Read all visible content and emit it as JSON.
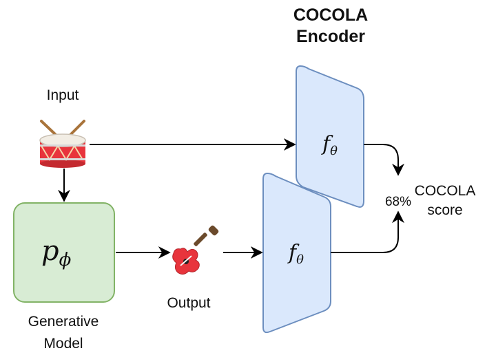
{
  "encoder_title": {
    "line1": "COCOLA",
    "line2": "Encoder"
  },
  "input_label": "Input",
  "output_label": "Output",
  "generative_model": {
    "symbol": "p",
    "subscript": "ϕ",
    "line1": "Generative",
    "line2": "Model"
  },
  "encoder_block": {
    "symbol": "f",
    "subscript": "θ"
  },
  "score": {
    "value": "68%",
    "line1": "COCOLA",
    "line2": "score"
  },
  "icons": {
    "input": "drum-icon",
    "output": "electric-guitar-icon"
  },
  "colors": {
    "generative_fill": "#d8ecd4",
    "generative_stroke": "#82b366",
    "encoder_fill": "#dae8fc",
    "encoder_stroke": "#6c8ebf",
    "arrow": "#000000"
  }
}
